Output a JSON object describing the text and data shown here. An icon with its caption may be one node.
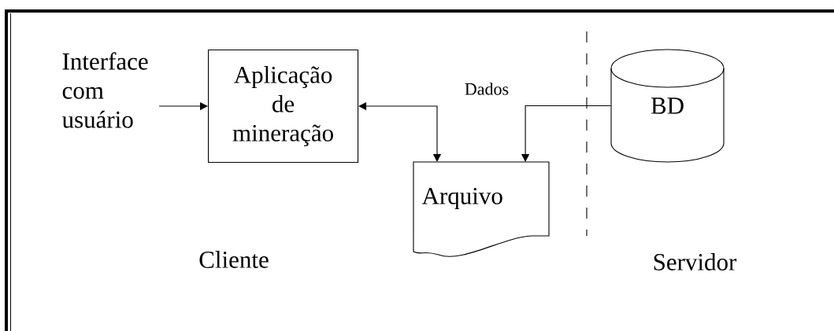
{
  "diagram": {
    "nodes": [
      {
        "text": [
          "Interface com usuário"
        ]
      },
      {
        "text": [
          "Aplicação de mineração"
        ]
      },
      {
        "text": [
          "Arquivo"
        ]
      },
      {
        "text": [
          "BD"
        ]
      }
    ],
    "edges": [
      {
        "from": 0,
        "to": 1,
        "arrow": "to"
      },
      {
        "from": 1,
        "to": 2,
        "arrow": "both"
      },
      {
        "from": 3,
        "to": 2,
        "arrow": "to"
      }
    ],
    "labels": [
      "Dados",
      "Cliente",
      "Servidor"
    ]
  }
}
